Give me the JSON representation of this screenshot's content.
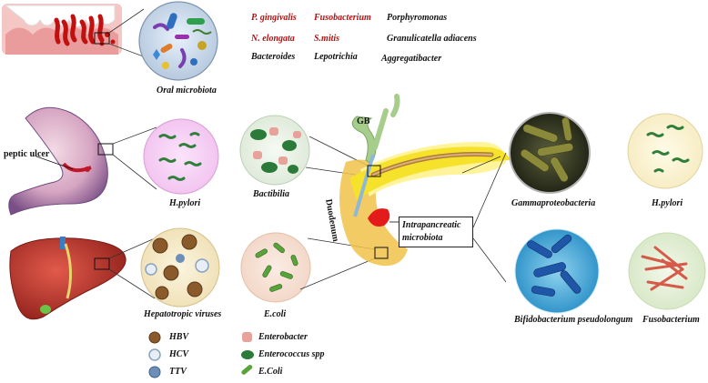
{
  "oral": {
    "title": "Oral microbiota",
    "bacteria": [
      {
        "name": "P. gingivalis",
        "color": "#b01212"
      },
      {
        "name": "Fusobacterium",
        "color": "#b01212"
      },
      {
        "name": "Porphyromonas",
        "color": "#111111"
      },
      {
        "name": "N. elongata",
        "color": "#b01212"
      },
      {
        "name": "S.mitis",
        "color": "#b01212"
      },
      {
        "name": "Granulicatella adiacens",
        "color": "#111111"
      },
      {
        "name": "Bacteroides",
        "color": "#111111"
      },
      {
        "name": "Lepotrichia",
        "color": "#111111"
      },
      {
        "name": "Aggregatibacter",
        "color": "#111111"
      }
    ]
  },
  "stomach": {
    "ulcer_label": "peptic ulcer",
    "circle_label": "H.pylori"
  },
  "liver": {
    "circle_label": "Hepatotropic viruses"
  },
  "biliary": {
    "circle_label": "Bactibilia",
    "gb_label": "GB",
    "duodenum_label": "Duodenum"
  },
  "ecoli": {
    "circle_label": "E.coli"
  },
  "pancreas": {
    "box_label_1": "Intrapancreatic",
    "box_label_2": "microbiota"
  },
  "right": {
    "gamma": "Gammaproteobacteria",
    "hpylori": "H.pylori",
    "bifido": "Bifidobacterium pseudolongum",
    "fuso": "Fusobacterium"
  },
  "legend_viruses": [
    "HBV",
    "HCV",
    "TTV"
  ],
  "legend_bacteria": [
    "Enterobacter",
    "Enterococcus spp",
    "E.Coli"
  ],
  "colors": {
    "accent_red": "#b01212",
    "pancreas": "#f2e02a",
    "duodenum": "#f0c24a",
    "liver": "#c0392b"
  }
}
